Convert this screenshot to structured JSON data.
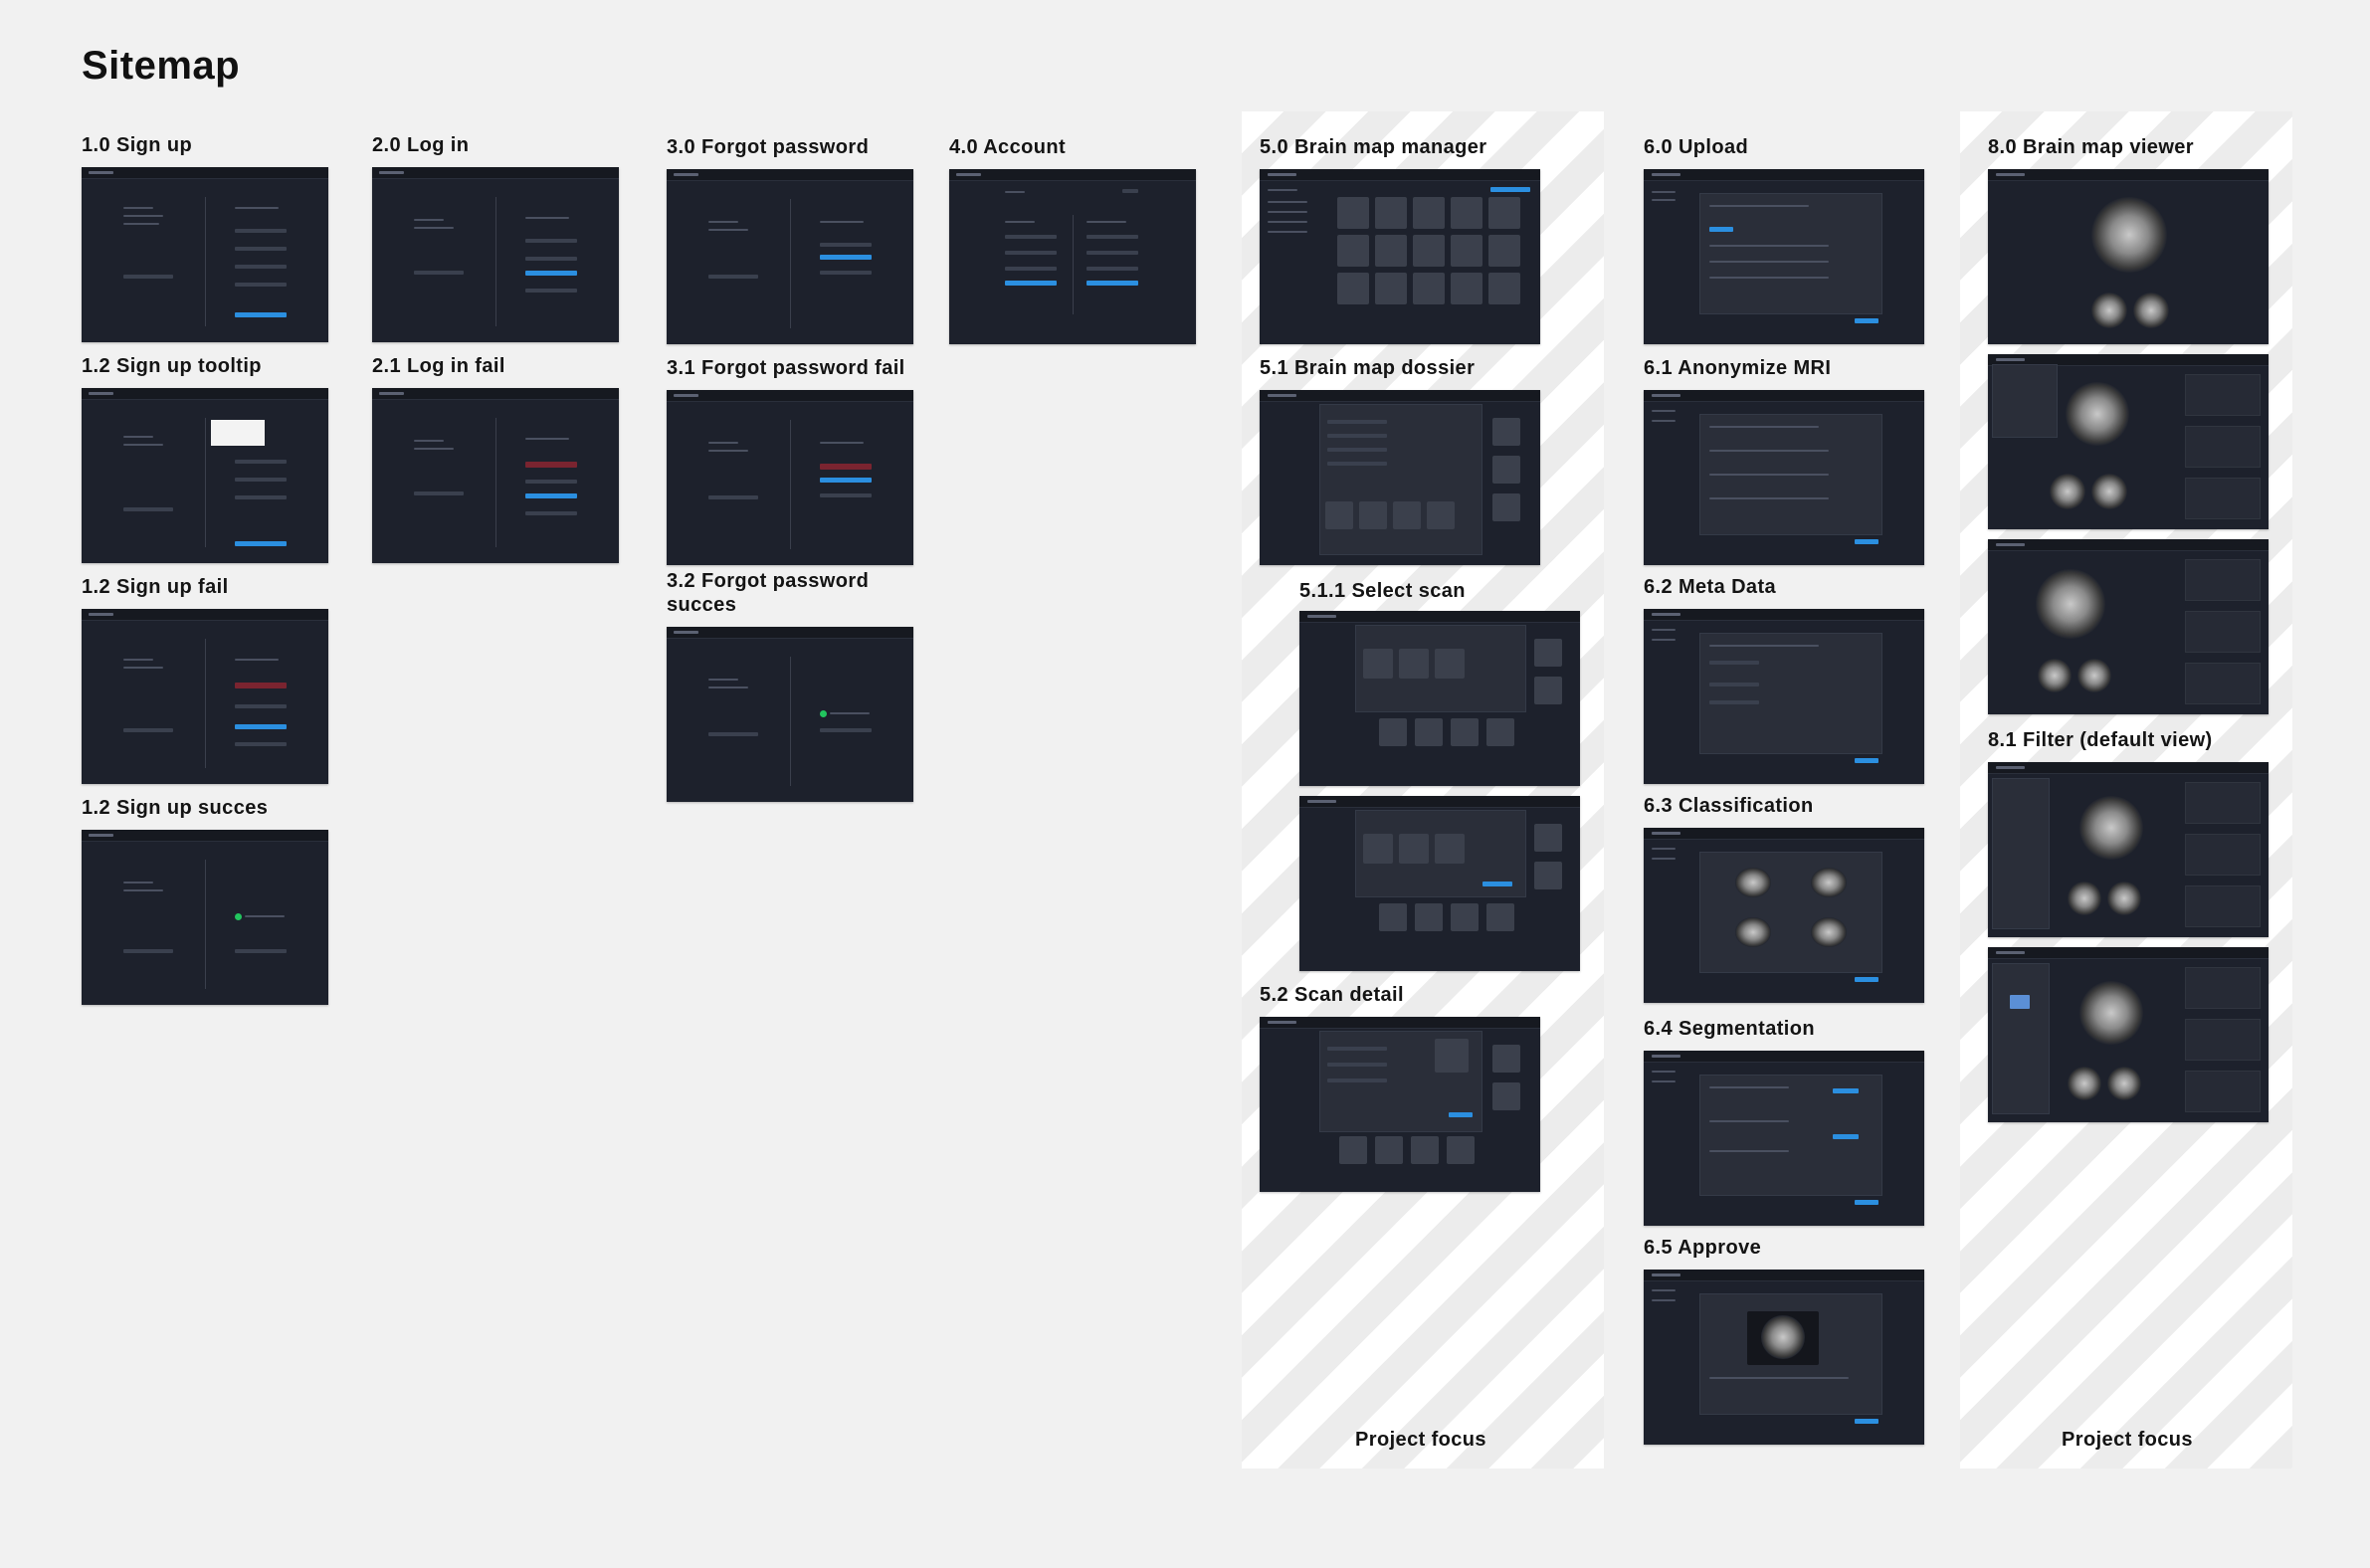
{
  "page": {
    "title": "Sitemap"
  },
  "labels": {
    "signup": "1.0 Sign up",
    "signup_tooltip": "1.2 Sign up tooltip",
    "signup_fail": "1.2 Sign up fail",
    "signup_success": "1.2 Sign up succes",
    "login": "2.0 Log in",
    "login_fail": "2.1 Log in fail",
    "forgot": "3.0 Forgot password",
    "forgot_fail": "3.1 Forgot password fail",
    "forgot_success": "3.2 Forgot password succes",
    "account": "4.0 Account",
    "brain_manager": "5.0 Brain map manager",
    "dossier": "5.1 Brain map dossier",
    "select_scan": "5.1.1 Select scan",
    "scan_detail": "5.2 Scan detail",
    "upload": "6.0 Upload",
    "anonymize": "6.1 Anonymize MRI",
    "meta": "6.2 Meta Data",
    "classification": "6.3 Classification",
    "segmentation": "6.4 Segmentation",
    "approve": "6.5 Approve",
    "viewer": "8.0 Brain map viewer",
    "filter": "8.1 Filter (default view)"
  },
  "focus": {
    "label_left": "Project focus",
    "label_right": "Project focus"
  },
  "colors": {
    "screen_bg": "#1d212c",
    "accent": "#2b8fe0",
    "error": "#7a2430",
    "success": "#22c55e"
  }
}
